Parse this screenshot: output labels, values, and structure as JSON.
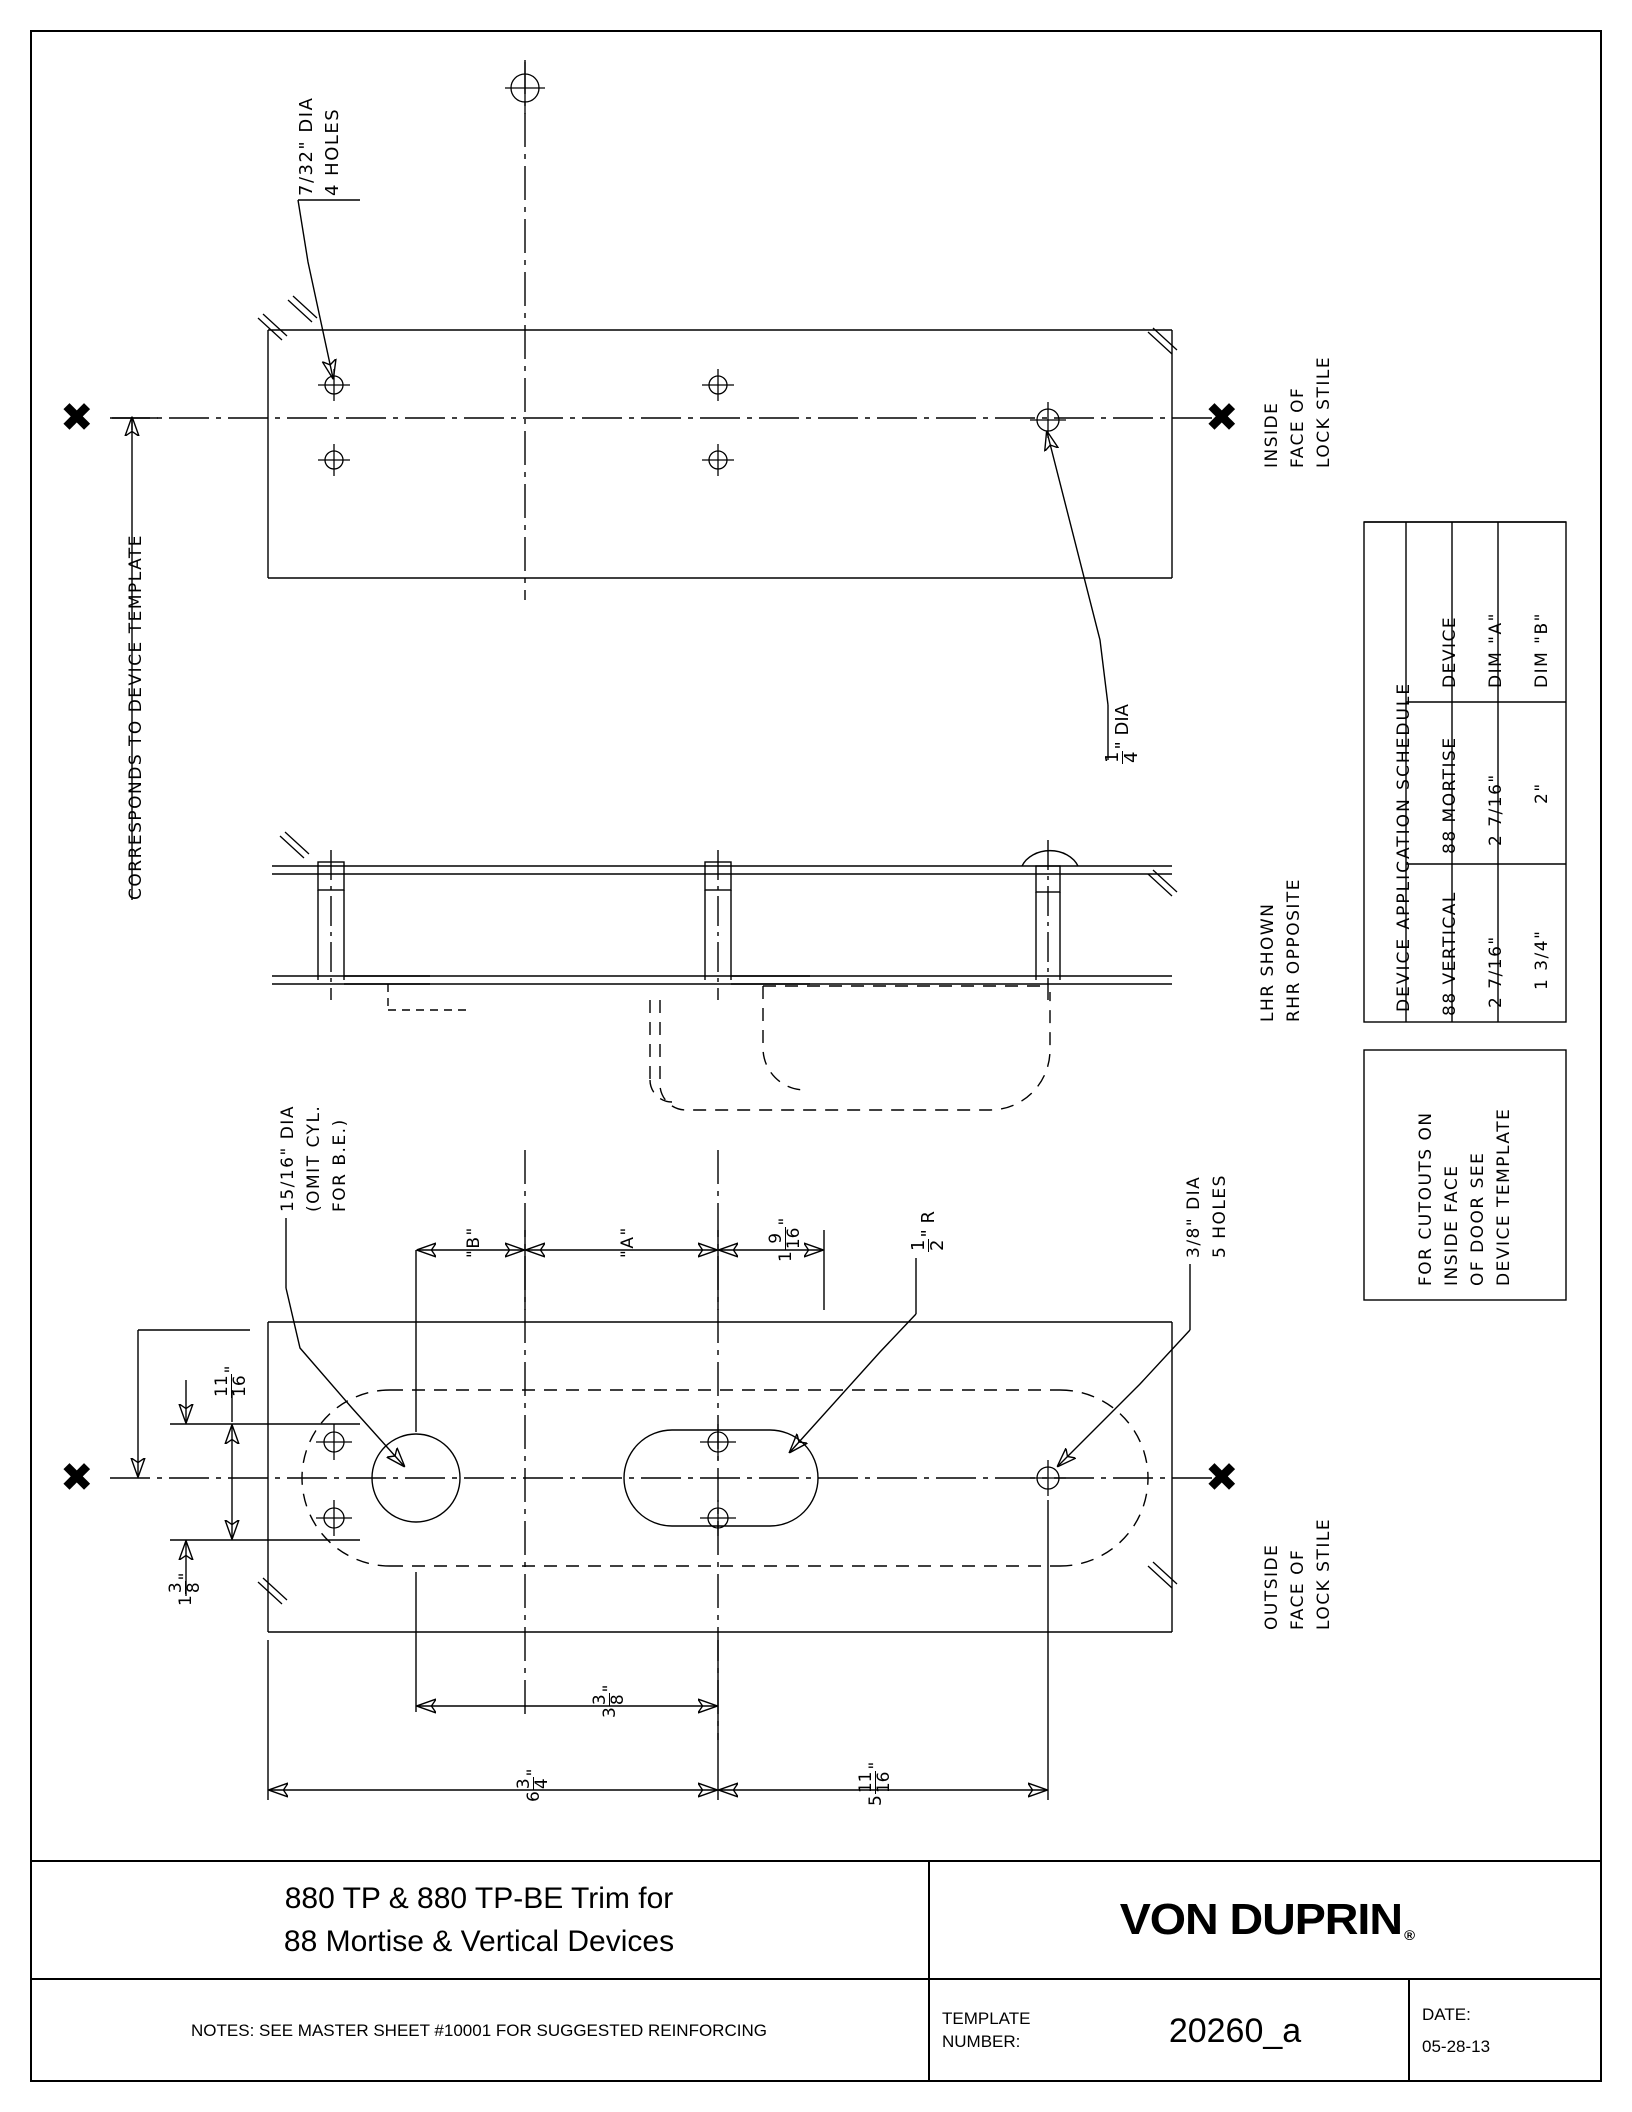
{
  "sheet": {
    "type": "technical-template-drawing",
    "notes_line": "NOTES: SEE MASTER SHEET #10001 FOR SUGGESTED REINFORCING"
  },
  "title_block": {
    "product_line_1": "880 TP & 880 TP-BE Trim for",
    "product_line_2": "88 Mortise & Vertical Devices",
    "brand": "VON DUPRIN",
    "brand_mark": "®",
    "template_label_1": "TEMPLATE",
    "template_label_2": "NUMBER:",
    "template_number": "20260_a",
    "date_label": "DATE:",
    "date_value": "05-28-13"
  },
  "schedule": {
    "title": "DEVICE APPLICATION SCHEDULE",
    "columns": [
      "DEVICE",
      "DIM \"A\"",
      "DIM \"B\""
    ],
    "rows": [
      {
        "device": "88 MORTISE",
        "dim_a": "2 7/16\"",
        "dim_b": "2\""
      },
      {
        "device": "88 VERTICAL",
        "dim_a": "2 7/16\"",
        "dim_b": "1 3/4\""
      }
    ],
    "note": [
      "FOR CUTOUTS ON",
      "INSIDE FACE",
      "OF DOOR SEE",
      "DEVICE TEMPLATE"
    ]
  },
  "annotations": {
    "holes_top": [
      "7/32\" DIA",
      "4 HOLES"
    ],
    "quarter_dia_num": "1",
    "quarter_dia_den": "4",
    "quarter_dia_suffix": "\" DIA",
    "inside_face": [
      "INSIDE",
      "FACE OF",
      "LOCK STILE"
    ],
    "outside_face": [
      "OUTSIDE",
      "FACE OF",
      "LOCK STILE"
    ],
    "corresponds": "CORRESPONDS TO DEVICE TEMPLATE",
    "handing": [
      "LHR SHOWN",
      "RHR OPPOSITE"
    ],
    "cyl_dia": [
      "15/16\" DIA",
      "(OMIT CYL.",
      "FOR B.E.)"
    ],
    "holes_bottom": [
      "3/8\" DIA",
      "5 HOLES"
    ],
    "radius_num": "1",
    "radius_den": "2",
    "radius_suffix": "\" R",
    "x_mark": "✖"
  },
  "dimensions": {
    "dim_b_label": "\"B\"",
    "dim_a_label": "\"A\"",
    "one_nine_sixteenths": {
      "whole": "1",
      "num": "9",
      "den": "16",
      "unit": "\""
    },
    "eleven_sixteenths": {
      "whole": "",
      "num": "11",
      "den": "16",
      "unit": "\""
    },
    "one_three_eighths": {
      "whole": "1",
      "num": "3",
      "den": "8",
      "unit": "\""
    },
    "three_three_eighths": {
      "whole": "3",
      "num": "3",
      "den": "8",
      "unit": "\""
    },
    "six_three_quarters": {
      "whole": "6",
      "num": "3",
      "den": "4",
      "unit": "\""
    },
    "five_eleven_sixteenths": {
      "whole": "5",
      "num": "11",
      "den": "16",
      "unit": "\""
    }
  }
}
